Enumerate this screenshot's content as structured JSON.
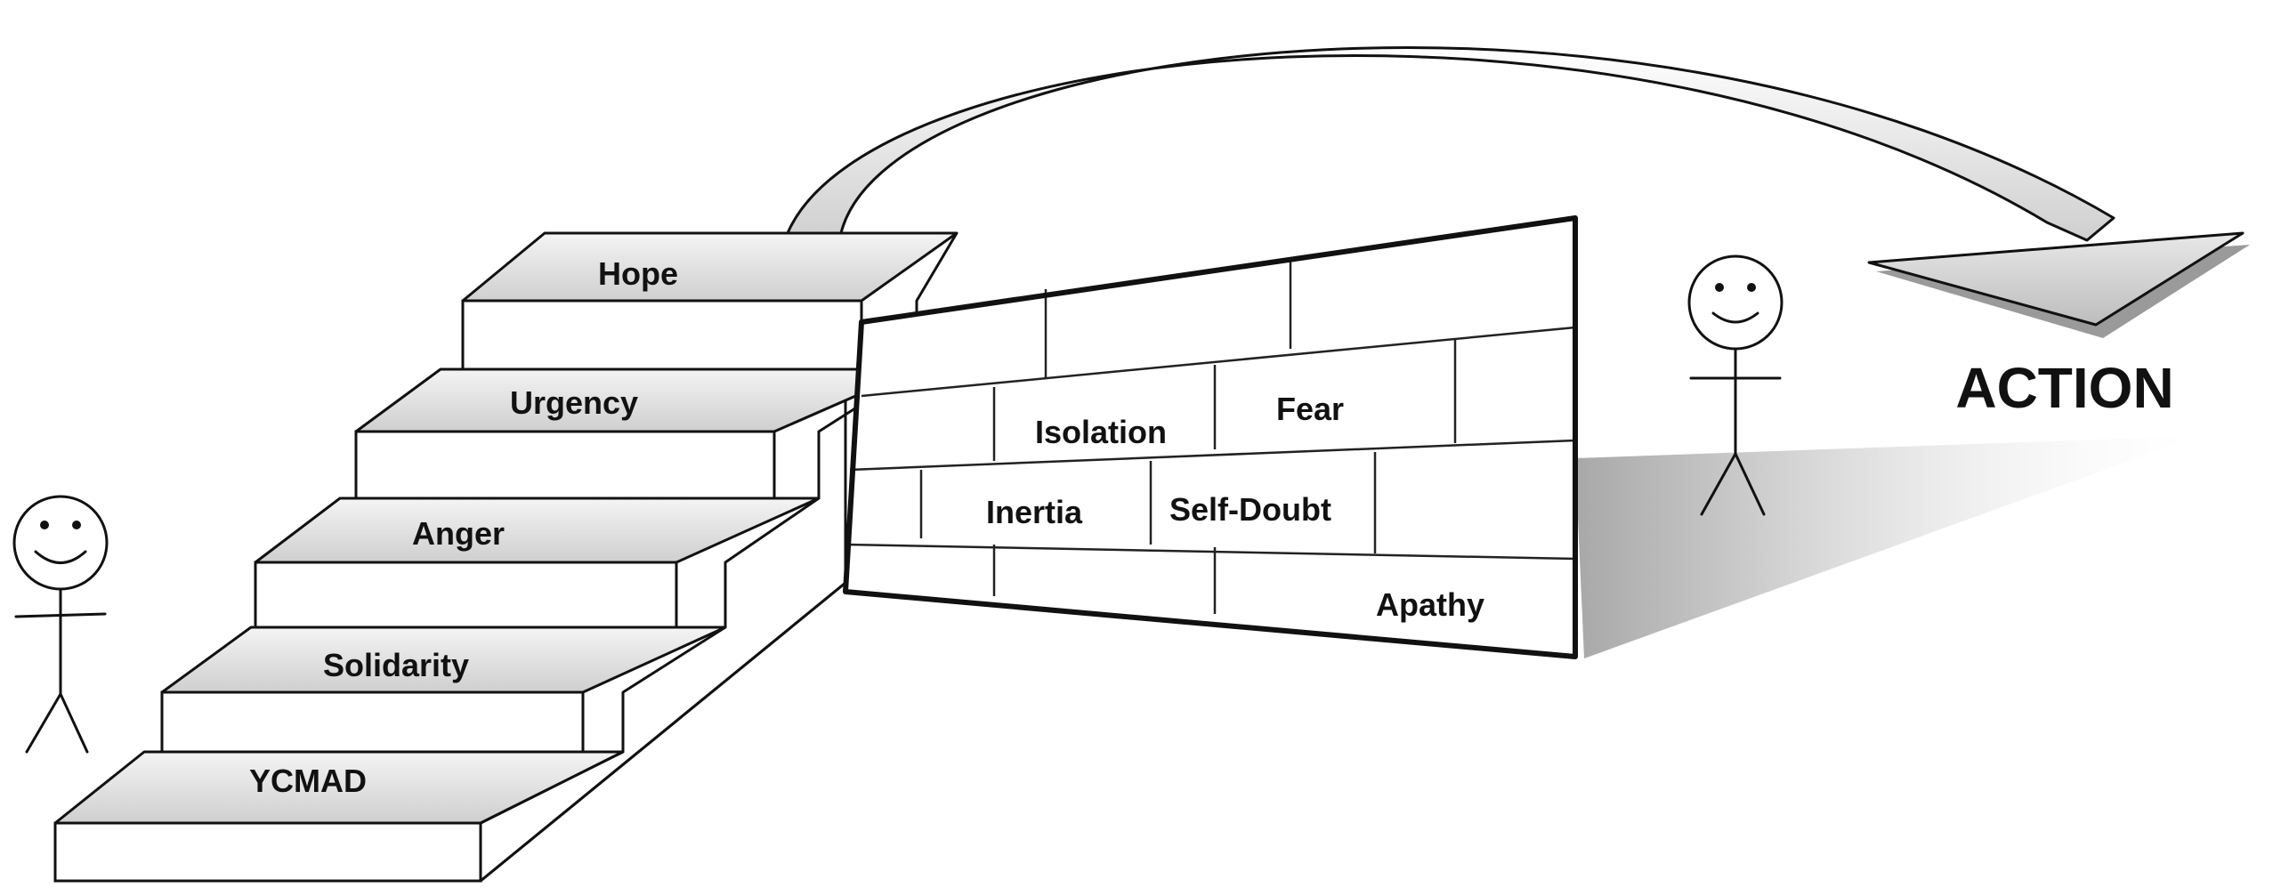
{
  "steps": [
    {
      "label": "YCMAD"
    },
    {
      "label": "Solidarity"
    },
    {
      "label": "Anger"
    },
    {
      "label": "Urgency"
    },
    {
      "label": "Hope"
    }
  ],
  "wall": {
    "bricks": [
      "Isolation",
      "Fear",
      "Inertia",
      "Self-Doubt",
      "Apathy"
    ]
  },
  "outcome": {
    "label": "ACTION"
  },
  "icons": {
    "left_figure": "stick-figure-smiling",
    "right_figure": "stick-figure-smiling",
    "arrow": "curved-arrow"
  },
  "colors": {
    "line": "#111111",
    "tread_light": "#f2f2f2",
    "tread_dark": "#c9c9c9",
    "shadow": "#bdbdbd"
  }
}
